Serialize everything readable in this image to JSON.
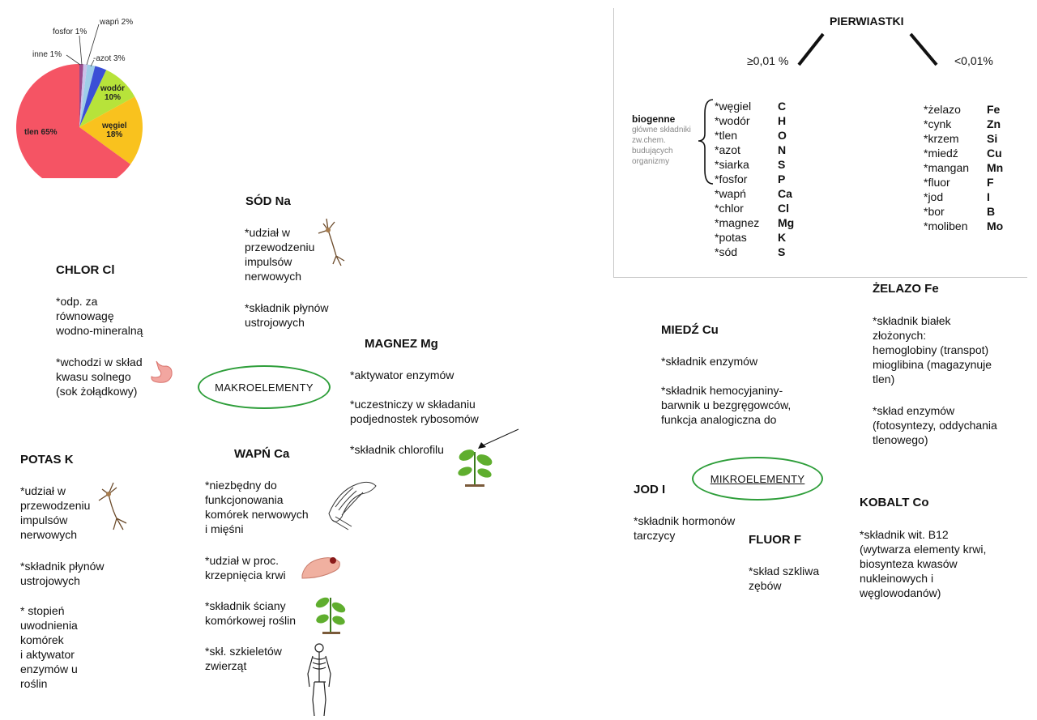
{
  "pie": {
    "chart_data": {
      "type": "pie",
      "slices": [
        {
          "label": "tlen 65%",
          "value": 65,
          "color": "#f55464"
        },
        {
          "label": "węgiel\n18%",
          "value": 18,
          "color": "#f9c21e"
        },
        {
          "label": "wodór\n10%",
          "value": 10,
          "color": "#b7e33a"
        },
        {
          "label": "-azot 3%",
          "value": 3,
          "color": "#3b4fd6"
        },
        {
          "label": "wapń 2%",
          "value": 2,
          "color": "#9ecde8"
        },
        {
          "label": "fosfor 1%",
          "value": 1,
          "color": "#c9c1ea"
        },
        {
          "label": "inne 1%",
          "value": 1,
          "color": "#9c4a8c"
        }
      ]
    }
  },
  "panel": {
    "title": "PIERWIASTKI",
    "left_branch": "≥0,01 %",
    "right_branch": "<0,01%",
    "biogenne": {
      "title": "biogenne",
      "desc": "główne składniki\nzw.chem.\nbudujących\norganizmy"
    },
    "macro_list": [
      {
        "name": "*węgiel",
        "symbol": "C"
      },
      {
        "name": "*wodór",
        "symbol": "H"
      },
      {
        "name": "*tlen",
        "symbol": "O"
      },
      {
        "name": "*azot",
        "symbol": "N"
      },
      {
        "name": "*siarka",
        "symbol": "S"
      },
      {
        "name": "*fosfor",
        "symbol": "P"
      },
      {
        "name": "*wapń",
        "symbol": "Ca"
      },
      {
        "name": "*chlor",
        "symbol": "Cl"
      },
      {
        "name": "*magnez",
        "symbol": "Mg"
      },
      {
        "name": "*potas",
        "symbol": "K"
      },
      {
        "name": "*sód",
        "symbol": "S"
      }
    ],
    "micro_list": [
      {
        "name": "*żelazo",
        "symbol": "Fe"
      },
      {
        "name": "*cynk",
        "symbol": "Zn"
      },
      {
        "name": "*krzem",
        "symbol": "Si"
      },
      {
        "name": "*miedź",
        "symbol": "Cu"
      },
      {
        "name": "*mangan",
        "symbol": "Mn"
      },
      {
        "name": "*fluor",
        "symbol": "F"
      },
      {
        "name": "*jod",
        "symbol": "I"
      },
      {
        "name": "*bor",
        "symbol": "B"
      },
      {
        "name": "*moliben",
        "symbol": "Mo"
      }
    ]
  },
  "macro": {
    "center": "MAKROELEMENTY",
    "sod": {
      "title": "SÓD Na",
      "p1": "*udział w\nprzewodzeniu\nimpulsów\nnerwowych",
      "p2": "*składnik płynów\nustrojowych"
    },
    "chlor": {
      "title": "CHLOR Cl",
      "p1": "*odp. za\nrównowagę\nwodno-mineralną",
      "p2": "*wchodzi w skład\nkwasu solnego\n(sok żołądkowy)"
    },
    "magnez": {
      "title": "MAGNEZ Mg",
      "p1": "*aktywator enzymów",
      "p2": "*uczestniczy w składaniu\npodjednostek rybosomów",
      "p3": "*składnik chlorofilu"
    },
    "potas": {
      "title": "POTAS K",
      "p1": "*udział w\nprzewodzeniu\nimpulsów\nnerwowych",
      "p2": "*składnik płynów\nustrojowych",
      "p3": "* stopień\nuwodnienia\nkomórek\ni aktywator\nenzymów u\nroślin"
    },
    "wapn": {
      "title": "WAPŃ Ca",
      "p1": "*niezbędny do\nfunkcjonowania\nkomórek nerwowych\ni mięśni",
      "p2": "*udział w proc.\nkrzepnięcia krwi",
      "p3": "*składnik ściany\nkomórkowej roślin",
      "p4": "*skł. szkieletów\nzwierząt"
    }
  },
  "micro": {
    "center": "MIKROELEMENTY",
    "zelazo": {
      "title": "ŻELAZO Fe",
      "p1": "*składnik białek\nzłożonych:\nhemoglobiny (transpot)\nmioglibina (magazynuje\ntlen)",
      "p2": "*skład enzymów\n(fotosyntezy, oddychania\ntlenowego)"
    },
    "miedz": {
      "title": "MIEDŹ Cu",
      "p1": "*składnik enzymów",
      "p2": "*składnik hemocyjaniny-\nbarwnik u bezgręgowców,\nfunkcja analogiczna do"
    },
    "jod": {
      "title": "JOD I",
      "p1": "*składnik hormonów\ntarczycy"
    },
    "fluor": {
      "title": "FLUOR F",
      "p1": "*skład szkliwa\nzębów"
    },
    "kobalt": {
      "title": "KOBALT Co",
      "p1": "*składnik wit. B12\n(wytwarza elementy krwi,\nbiosynteza kwasów\nnukleinowych i\nwęglowodanów)"
    }
  }
}
